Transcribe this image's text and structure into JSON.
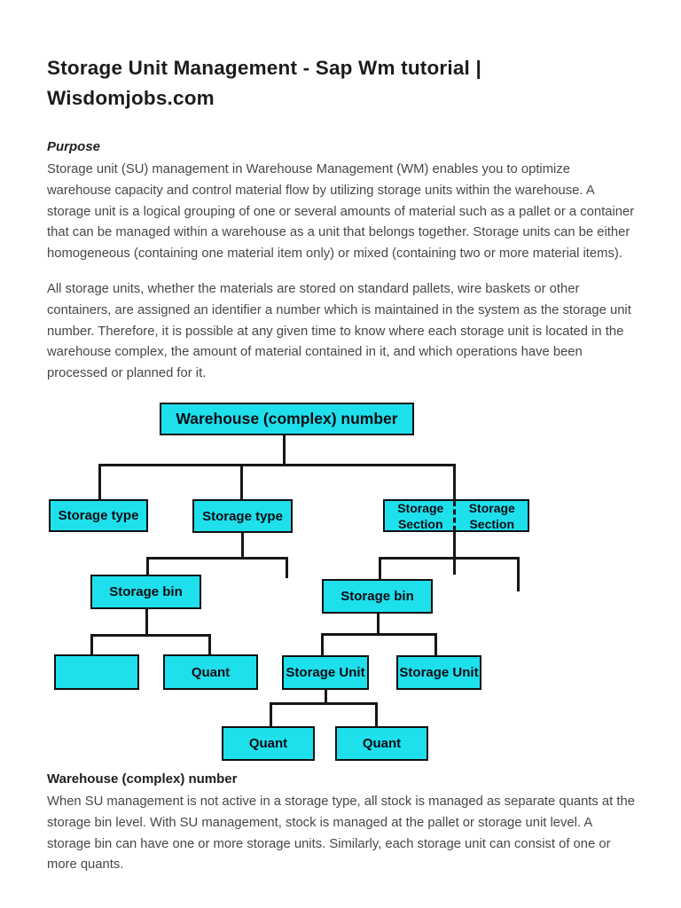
{
  "page": {
    "title": "Storage Unit Management - Sap Wm tutorial | Wisdomjobs.com"
  },
  "sections": {
    "purpose_heading": "Purpose",
    "purpose_text": "Storage unit (SU) management in Warehouse Management (WM) enables you to optimize warehouse capacity and control material flow by utilizing storage units within the warehouse. A storage unit is a logical grouping of one or several amounts of material such as a pallet or a container that can be managed within a warehouse as a unit that belongs together. Storage units can be either homogeneous (containing one material item only) or mixed (containing two or more material items).",
    "storage_units_text": "All storage units, whether the materials are stored on standard pallets, wire baskets or other containers, are assigned an identifier a number which is maintained in the system as the storage unit number. Therefore, it is possible at any given time to know where each storage unit is located in the warehouse complex, the amount of material contained in it, and which operations have been processed or planned for it.",
    "warehouse_heading": "Warehouse (complex) number",
    "warehouse_text": "When SU management is not active in a storage type, all stock is managed as separate quants at the storage bin level. With SU management, stock is managed at the pallet or storage unit level. A storage bin can have one or more storage units. Similarly, each storage unit can consist of one or more quants."
  },
  "diagram": {
    "box_fill_color": "#1ee0ec",
    "line_color": "#161616",
    "nodes": {
      "warehouse": "Warehouse (complex) number",
      "storage_type_1": "Storage type",
      "storage_type_2": "Storage type",
      "storage_section_left": "Storage\nSection",
      "storage_section_right": "Storage\nSection",
      "storage_bin_left": "Storage bin",
      "storage_bin_right": "Storage bin",
      "unlabeled_box": "",
      "quant_1": "Quant",
      "storage_unit_1": "Storage Unit",
      "storage_unit_2": "Storage Unit",
      "quant_2": "Quant",
      "quant_3": "Quant"
    }
  }
}
